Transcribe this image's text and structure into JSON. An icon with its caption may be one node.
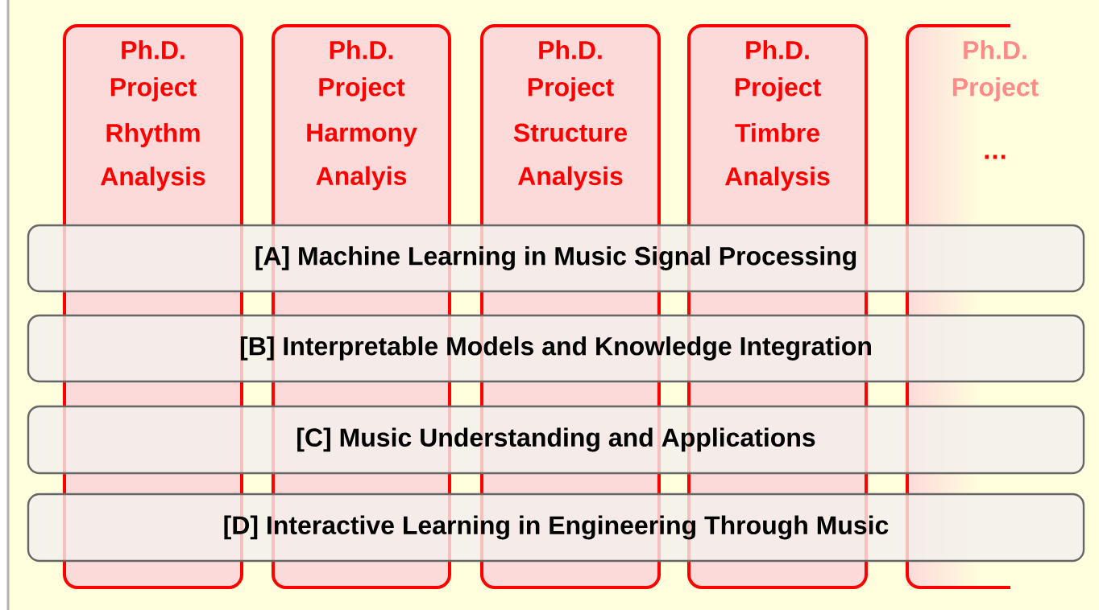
{
  "diagram": {
    "nodes": [
      {
        "text": [
          "Ph.D. Project",
          "Rhythm Analysis"
        ]
      },
      {
        "text": [
          "Ph.D. Project",
          "Harmony Analyis"
        ]
      },
      {
        "text": [
          "Ph.D. Project",
          "Structure Analysis"
        ]
      },
      {
        "text": [
          "Ph.D. Project",
          "Timbre Analysis"
        ]
      },
      {
        "text": [
          "Ph.D. Project",
          "…"
        ]
      },
      {
        "text": [
          "[A] Machine Learning in Music Signal Processing"
        ]
      },
      {
        "text": [
          "[B] Interpretable Models and Knowledge Integration"
        ]
      },
      {
        "text": [
          "[C] Music Understanding and Applications"
        ]
      },
      {
        "text": [
          "[D] Interactive Learning in Engineering Through Music"
        ]
      }
    ],
    "edges": []
  }
}
